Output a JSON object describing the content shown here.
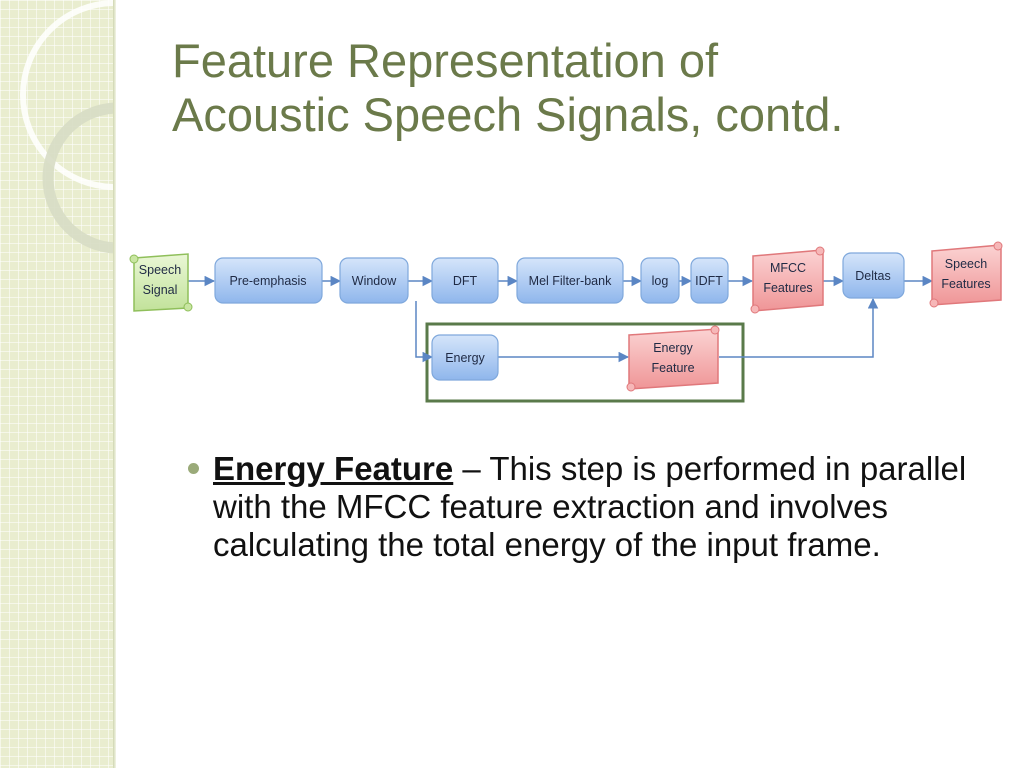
{
  "slide": {
    "title_lines": [
      "Feature Representation of",
      "Acoustic Speech Signals, contd."
    ]
  },
  "diagram": {
    "nodes": {
      "speech_signal": [
        "Speech",
        "Signal"
      ],
      "pre_emphasis": [
        "Pre-emphasis"
      ],
      "window": [
        "Window"
      ],
      "dft": [
        "DFT"
      ],
      "mel_filter_bank": [
        "Mel Filter-bank"
      ],
      "log": [
        "log"
      ],
      "idft": [
        "IDFT"
      ],
      "mfcc_features": [
        "MFCC",
        "Features"
      ],
      "deltas": [
        "Deltas"
      ],
      "speech_features": [
        "Speech",
        "Features"
      ],
      "energy": [
        "Energy"
      ],
      "energy_feature": [
        "Energy",
        "Feature"
      ]
    }
  },
  "bullet": {
    "term": "Energy Feature",
    "text": " – This step is performed in parallel with the MFCC feature extraction and involves calculating the total energy of the input frame."
  },
  "colors": {
    "title": "#6b7a4a",
    "box_blue": "#a9c8f2",
    "box_red": "#f4a6a8",
    "box_green": "#d4ecb0",
    "highlight_frame": "#5a7a4a",
    "arrow": "#5b86c4"
  }
}
